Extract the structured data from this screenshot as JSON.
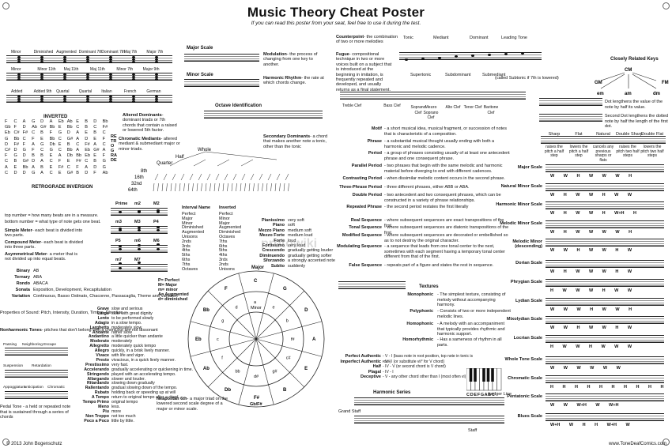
{
  "header": {
    "title": "Music Theory Cheat Poster",
    "subtitle": "If you can read this poster from your seat, feel free to use it during the test."
  },
  "chords": {
    "row1": [
      "Minor",
      "Diminished",
      "Augmented",
      "Dominant 7th",
      "Dominant 7th",
      "Maj 7th",
      "Major 7th"
    ],
    "row2": [
      "Minor",
      "Minor 11th",
      "Maj 11th",
      "Maj 11th",
      "Minor 7th",
      "Major 9th"
    ],
    "row3": [
      "Added",
      "Added 9th",
      "Quartal",
      "Quartal",
      "Italian",
      "French",
      "German"
    ]
  },
  "inverted_label": "INVERTED",
  "retrograde_label": "RETROGRADE",
  "retrograde_inversion_label": "RETROGRADE INVERSION",
  "tone_row": [
    [
      "F",
      "C",
      "A",
      "G",
      "D",
      "A",
      "Eb",
      "Ab",
      "E",
      "B",
      "D",
      "Bb"
    ],
    [
      "Gb",
      "F",
      "D",
      "Ab",
      "G#",
      "Bb",
      "E",
      "Bb",
      "C",
      "B",
      "C",
      "F#"
    ],
    [
      "Eb",
      "C#",
      "F#",
      "C",
      "B",
      "F",
      "G",
      "D",
      "A",
      "E",
      "B",
      "C"
    ],
    [
      "G",
      "Bb",
      "C",
      "F",
      "E",
      "Bb",
      "C",
      "G#",
      "A",
      "D",
      "E",
      "F"
    ],
    [
      "D",
      "F#",
      "F",
      "A",
      "G",
      "Db",
      "E",
      "B",
      "C",
      "F#",
      "A",
      "C"
    ],
    [
      "C#",
      "D",
      "G",
      "F",
      "C",
      "G",
      "C",
      "Bb",
      "A",
      "Eb",
      "G#",
      "A"
    ],
    [
      "F",
      "G",
      "D",
      "B",
      "B",
      "E",
      "A",
      "Db",
      "Bb",
      "Eb",
      "E",
      "F"
    ],
    [
      "C",
      "B",
      "G#",
      "D",
      "A",
      "C",
      "F",
      "E",
      "F#",
      "C",
      "B",
      "G"
    ],
    [
      "A",
      "E",
      "Bb",
      "A",
      "B",
      "E",
      "F#",
      "C",
      "F",
      "A",
      "D",
      "G"
    ],
    [
      "C",
      "D",
      "D",
      "G",
      "A",
      "C",
      "E",
      "G#",
      "B",
      "D",
      "F",
      "Ab"
    ]
  ],
  "time_signatures": {
    "top": "top number = how many beats are in a measure.",
    "bottom": "bottom number = what type of note gets one beat."
  },
  "meter": [
    {
      "term": "Simple Meter",
      "def": "- each beat is divided into two parts."
    },
    {
      "term": "Compound Meter",
      "def": "- each beat is divided into three parts."
    },
    {
      "term": "Asymmetrical Meter",
      "def": "- a meter that is not divided up into equal beats."
    }
  ],
  "forms": [
    {
      "term": "Binary",
      "def": "AB"
    },
    {
      "term": "Ternary",
      "def": "ABA"
    },
    {
      "term": "Rondo",
      "def": "ABACA"
    },
    {
      "term": "Sonata",
      "def": "Exposition, Development, Recapitulation"
    },
    {
      "term": "Variation",
      "def": "Continuous, Basso Ostinato, Chaconne, Passacaglia, Theme and Variation"
    }
  ],
  "properties_of_sound": "Properties of Sound: Pitch, Intensity, Duration, Timbre, Direction",
  "nonharmonic": {
    "title": "Nonharmonic Tones",
    "def": "- pitches that don't belong with a chord but are not dissonant",
    "types": [
      "Passing",
      "Neighboring",
      "Escape",
      "Suspension",
      "Retardation",
      "Appoggiatura",
      "Anticipation",
      "Chromatic"
    ],
    "pedal": "Pedal Tone - a held or repeated note that is sustained through a series of chords"
  },
  "major_scale": "Major Scale",
  "minor_scale": "Minor Scale",
  "modulation": {
    "term": "Modulation",
    "def": "- the process of changing from one key to another."
  },
  "harmonic_rhythm": {
    "term": "Harmonic Rhythm",
    "def": "- the rate at which chords change."
  },
  "altered_dominants": {
    "term": "Altered Dominants",
    "def": "- dominant triads or 7th chords that contain a raised or lowered 5th factor."
  },
  "chromatic_mediants": {
    "term": "Chromatic Mediants",
    "def": "- altered mediant & submediant major or minor triads."
  },
  "secondary_dominants": {
    "term": "Secondary Dominants",
    "def": "- a chord that makes another note a tonic, other than the tonic"
  },
  "octave_id": "Octave Identification",
  "rhythm_tree": [
    "Whole",
    "Half",
    "Quarter",
    "8th",
    "16th",
    "32nd",
    "64th"
  ],
  "intervals": {
    "headers": [
      "Interval Name",
      "Inverted"
    ],
    "names": [
      "Perfect",
      "Major",
      "Minor",
      "Diminished",
      "Augmented",
      "Unisons",
      "2nds",
      "3rds",
      "4ths",
      "5ths",
      "6ths",
      "7ths",
      "Octaves"
    ],
    "inverted": [
      "Perfect",
      "Minor",
      "Major",
      "Augmented",
      "Diminished",
      "Octaves",
      "7ths",
      "6ths",
      "5ths",
      "4ths",
      "3rds",
      "2nds",
      "Unisons"
    ],
    "staff_labels": [
      "Prime",
      "m2",
      "M2",
      "m3",
      "M3",
      "P4",
      "P5",
      "m6",
      "M6",
      "m7",
      "M7"
    ],
    "legend": [
      "P= Perfect",
      "M= Major",
      "m= minor",
      "A= Augmented",
      "d= diminished"
    ]
  },
  "dynamics": [
    {
      "term": "Pianissimo",
      "def": "very soft"
    },
    {
      "term": "Piano",
      "def": "soft"
    },
    {
      "term": "Mezzo Piano",
      "def": "medium soft"
    },
    {
      "term": "Mezzo Forte",
      "def": "medium loud"
    },
    {
      "term": "Forte",
      "def": "loud"
    },
    {
      "term": "Fortissimo",
      "def": "very loud"
    },
    {
      "term": "Crescendo",
      "def": "gradually getting louder"
    },
    {
      "term": "Diminuendo",
      "def": "gradually getting softer"
    },
    {
      "term": "Sforzando",
      "def": "a strongly accented note"
    },
    {
      "term": "Subito",
      "def": "suddenly"
    }
  ],
  "tempo": [
    {
      "term": "Grave",
      "def": "slow and serious"
    },
    {
      "term": "Largo",
      "def": "slow with great dignity"
    },
    {
      "term": "Lento",
      "def": "to be performed slowly"
    },
    {
      "term": "Adagio",
      "def": "in a slow tempo."
    },
    {
      "term": "Larghetto",
      "def": "moderately slow"
    },
    {
      "term": "Andante",
      "def": "rather slow"
    },
    {
      "term": "Andantino",
      "def": "a little quicker than andante"
    },
    {
      "term": "Moderato",
      "def": "moderately"
    },
    {
      "term": "Allegretto",
      "def": "moderately quick tempo"
    },
    {
      "term": "Allegro",
      "def": "quickly, in a brisk lively manner."
    },
    {
      "term": "Vivace",
      "def": "with life and vigor."
    },
    {
      "term": "Presto",
      "def": "vivacious, in a quick lively manner."
    },
    {
      "term": "Prestissimo",
      "def": "very fast."
    },
    {
      "term": "Accelerando",
      "def": "gradually accelerating or quickening in time."
    },
    {
      "term": "Stringendo",
      "def": "played with an accelerating tempo."
    },
    {
      "term": "Allargando",
      "def": "slower and louder."
    },
    {
      "term": "Ritardando",
      "def": "slowing down gradually"
    },
    {
      "term": "Rallentando",
      "def": "gradual slowing down of the tempo."
    },
    {
      "term": "Rubato",
      "def": "holding back or speeding up at will"
    },
    {
      "term": "A Tempo",
      "def": "return to original tempo after a ritard."
    },
    {
      "term": "Tempo Primo",
      "def": "original tempo"
    },
    {
      "term": "Meno",
      "def": "less."
    },
    {
      "term": "Piu",
      "def": "more"
    },
    {
      "term": "Non Troppo",
      "def": "not too much"
    },
    {
      "term": "Poco a Poco",
      "def": "little by little."
    }
  ],
  "neapolitan": {
    "term": "Neapolitan 6th",
    "def": "- a major triad on the lowered second scale degree of a major or minor scale."
  },
  "circle_of_fifths": {
    "title": "Major",
    "minor_label": "Minor",
    "majors": [
      "C",
      "G",
      "D",
      "A",
      "E",
      "B",
      "F#",
      "Db",
      "Ab",
      "Eb",
      "Bb",
      "F"
    ],
    "minors": [
      "a",
      "e",
      "b",
      "f#",
      "c#",
      "g#",
      "d#",
      "bb",
      "f",
      "c",
      "g",
      "d"
    ],
    "bottom": "Gb/F#"
  },
  "counterpoint": {
    "term": "Counterpoint",
    "def": "- the combination of two or more melodies"
  },
  "fugue": {
    "term": "Fugue",
    "def": "- compositional technique in two or more voices built on a subject that is introduced at the beginning in imitation, is frequently repeated and developed, and usually returns as a final statement."
  },
  "scale_degrees": [
    "Tonic",
    "Mediant",
    "Dominant",
    "Leading Tone",
    "Supertonic",
    "Subdominant",
    "Submediant"
  ],
  "subtonic_note": "(called Subtonic if 7th is lowered)",
  "clefs": [
    "Treble Clef",
    "Bass Clef",
    "Soprano Clef",
    "Mezzo Soprano Clef",
    "Alto Clef",
    "Tenor Clef",
    "Baritone Clef"
  ],
  "phrase_terms": [
    {
      "term": "Motif",
      "def": "- a short musical idea, musical fragment, or succession of notes that is characteristic of a composition."
    },
    {
      "term": "Phrase",
      "def": "- a substantial musical thought usually ending with both a harmonic and melodic cadence."
    },
    {
      "term": "Period",
      "def": "- a group of phrases consisting usually of at least one antecedent phrase and one consequent phrase."
    },
    {
      "term": "Parallel Period",
      "def": "- two phrases that begin with the same melodic and harmonic material before diverging to end with different cadences."
    },
    {
      "term": "Contrasting Period",
      "def": "- when dissimilar melodic content occurs in the second phrase."
    },
    {
      "term": "Three-Phrase Period",
      "def": "- three different phrases, either ABB or ABA."
    },
    {
      "term": "Double Period",
      "def": "- two antecedent and two consequent phrases, which can be constructed in a variety of phrase relationships."
    },
    {
      "term": "Repeated Phrase",
      "def": "- the second period restates the first literally"
    },
    {
      "term": "Real Sequence",
      "def": "- where subsequent sequences are exact transpositions of the first."
    },
    {
      "term": "Tonal Sequence",
      "def": "- where subsequent sequences are diatonic transpositions of the first."
    },
    {
      "term": "Modified Sequence",
      "def": "- where subsequent sequences are decorated or embellished so as to not destroy the original character."
    },
    {
      "term": "Modulating Sequence",
      "def": "- a sequence that leads from one tonal center to the next, sometimes with each segment having a temporary tonal center different from that of the first."
    },
    {
      "term": "False Sequence",
      "def": "- repeats part of a figure and states the rest in sequence."
    }
  ],
  "textures": {
    "title": "Textures",
    "items": [
      {
        "term": "Monophonic",
        "def": "- The simplest texture, consisting of melody without accompanying harmony."
      },
      {
        "term": "Polyphonic",
        "def": "- Consists of two or more independent melodic lines."
      },
      {
        "term": "Homophonic",
        "def": "- A melody with an accompaniment that typically provides rhythmic and harmonic support."
      },
      {
        "term": "Homorhythmic",
        "def": "- Has a sameness of rhythm in all parts."
      }
    ]
  },
  "cadences": [
    {
      "term": "Perfect Authentic",
      "def": "- V - I (bass note in root position, top note in tonic is root)"
    },
    {
      "term": "Imperfect Authentic",
      "def": "- V - I (or substitute vii° for V chord)"
    },
    {
      "term": "Half",
      "def": "- IV - V (or second chord is V chord)"
    },
    {
      "term": "Plagal",
      "def": "- IV - I"
    },
    {
      "term": "Deceptive",
      "def": "- V - any other chord other than I (most often vi)"
    }
  ],
  "piano_keys": "C D E F G A B C",
  "harmonic_series": "Harmonic Series",
  "grand_staff": "Grand Staff",
  "staff_label": "Staff",
  "ledger_line": "Ledger Line",
  "closely_related": {
    "title": "Closely Related Keys",
    "keys": [
      "GM",
      "CM",
      "FM",
      "em",
      "am",
      "dm"
    ]
  },
  "dot_notes": [
    "Dot lengthens the value of the note by half its value.",
    "Second Dot lengthens the dotted note by half the length of the first dot."
  ],
  "accidentals": {
    "names": [
      "Sharp",
      "Flat",
      "Natural",
      "Double Sharp",
      "Double Flat"
    ],
    "defs": [
      "raises the pitch a half step",
      "lowers the pitch a half step",
      "cancels any previous sharps or flats",
      "raises the pitch two half steps",
      "lowers the pitch two half steps"
    ]
  },
  "scales": [
    {
      "name": "Major Scale",
      "steps": "W W H W W W H"
    },
    {
      "name": "Natural Minor Scale",
      "steps": "W H W W H W W"
    },
    {
      "name": "Harmonic Minor Scale",
      "steps": "W H W W H W+H H"
    },
    {
      "name": "Melodic Minor Scale",
      "steps": "W H W W W W H"
    },
    {
      "name": "Melodic Minor (descending)",
      "steps": "W W H W W H W"
    },
    {
      "name": "Dorian Scale",
      "steps": "W H W W W H W"
    },
    {
      "name": "Phrygian Scale",
      "steps": "H W W W H W W"
    },
    {
      "name": "Lydian Scale",
      "steps": "W W W H W W H"
    },
    {
      "name": "Mixolydian Scale",
      "steps": "W W H W W H W"
    },
    {
      "name": "Locrian Scale",
      "steps": "H W W H W W W"
    },
    {
      "name": "Whole Tone Scale",
      "steps": "W W W W W W"
    },
    {
      "name": "Chromatic Scale",
      "steps": "H H H H H H H H H H H H"
    },
    {
      "name": "Pentatonic Scale",
      "steps": "W W W+H W W+H"
    },
    {
      "name": "Blues Scale",
      "steps": "W+H W H H W+H W"
    }
  ],
  "footer": {
    "left": "© 2013 John Bogenschutz",
    "right": "www.ToneDeafComics.com"
  },
  "watermark": "protowiki"
}
